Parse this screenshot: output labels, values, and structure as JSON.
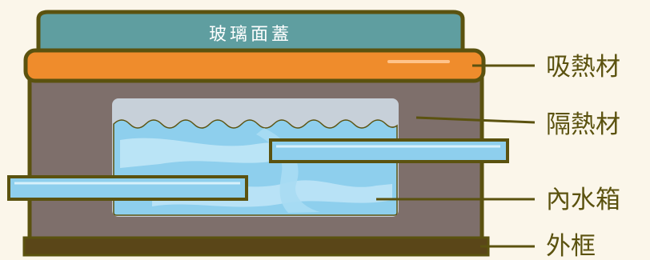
{
  "diagram": {
    "cover_label": "玻璃面蓋",
    "callouts": {
      "absorber": "吸熱材",
      "insulation": "隔熱材",
      "inner_tank": "內水箱",
      "outer_frame": "外框"
    }
  },
  "colors": {
    "background": "#fbf6ea",
    "outline": "#5b520f",
    "glass_cover": "#5f9ea0",
    "absorber": "#ef8c2c",
    "insulation": "#7e6f6b",
    "tank_air": "#c7d0d9",
    "water": "#8ecfed",
    "water_light": "#c6e8f8",
    "pipe": "#8ecfed",
    "base": "#5a4618",
    "label_text": "#5b520f"
  }
}
